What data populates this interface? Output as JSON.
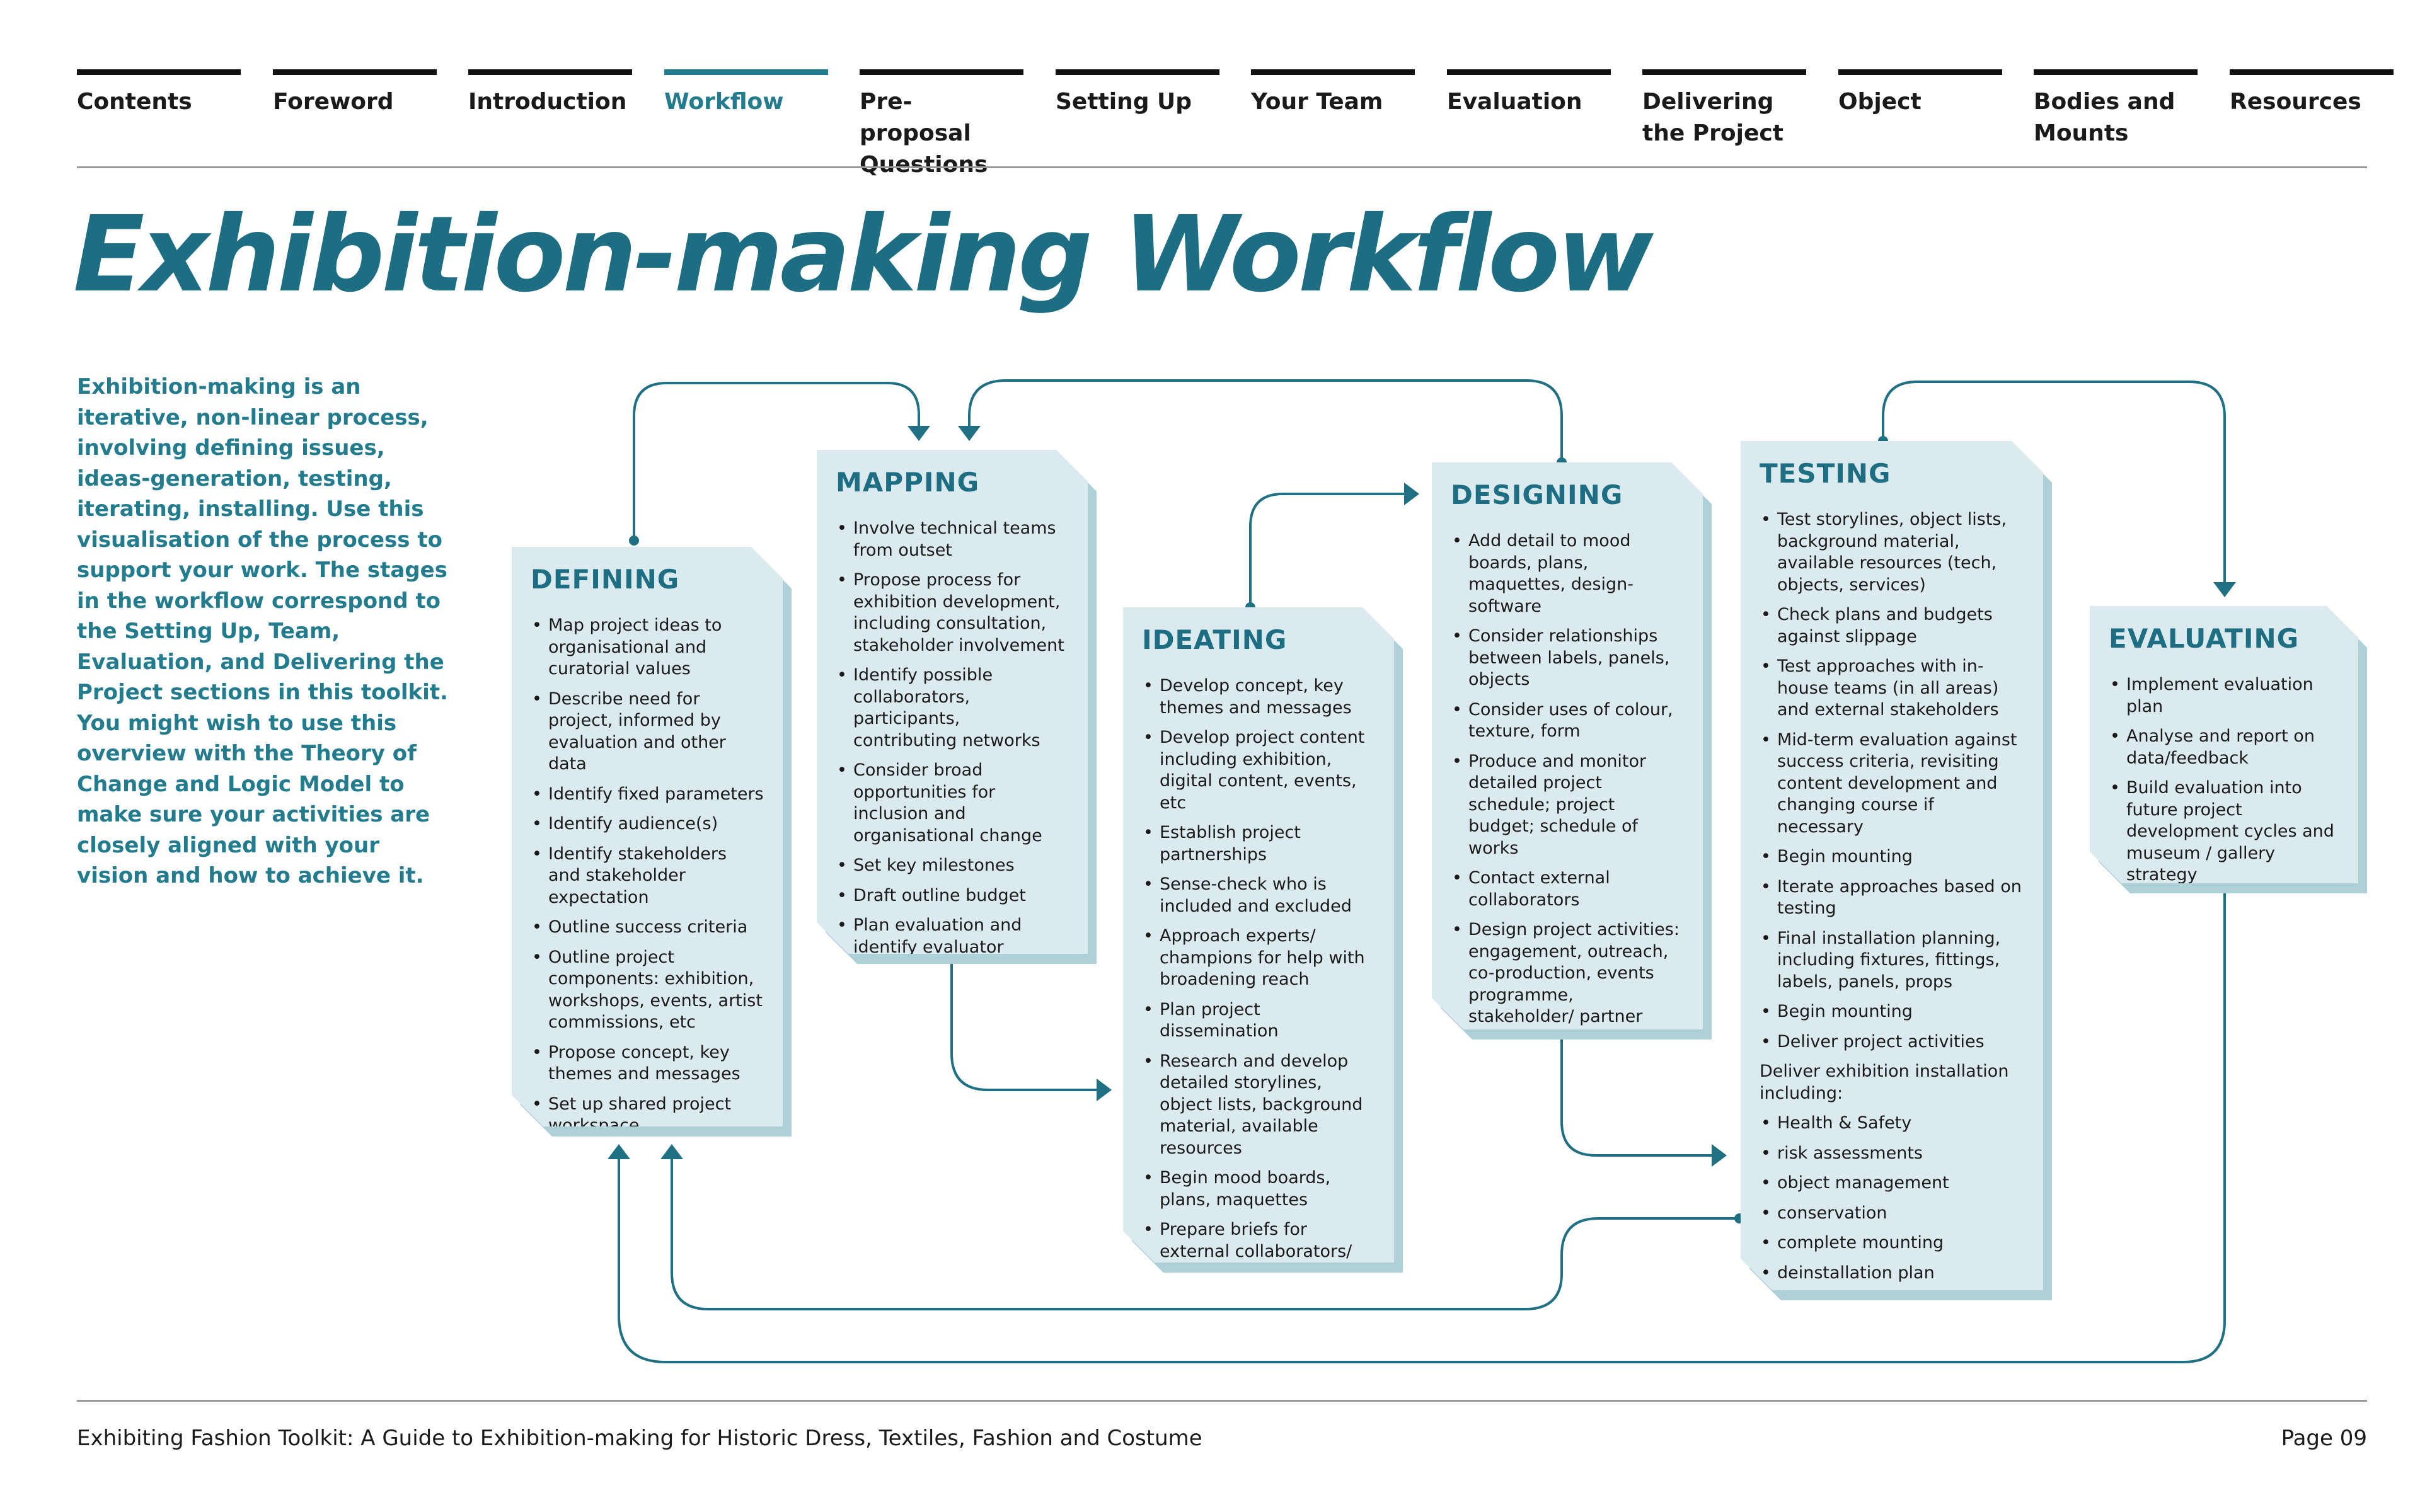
{
  "nav": {
    "tabs": [
      {
        "label": "Contents"
      },
      {
        "label": "Foreword"
      },
      {
        "label": "Introduction"
      },
      {
        "label": "Workflow"
      },
      {
        "label": "Pre-proposal Questions"
      },
      {
        "label": "Setting Up"
      },
      {
        "label": "Your Team"
      },
      {
        "label": "Evaluation"
      },
      {
        "label": "Delivering the Project"
      },
      {
        "label": "Object"
      },
      {
        "label": "Bodies and Mounts"
      },
      {
        "label": "Resources"
      }
    ],
    "active": "Workflow"
  },
  "page": {
    "title": "Exhibition-making Workflow",
    "intro": "Exhibition-making is an iterative, non-linear process, involving defining issues, ideas-generation, testing, iterating, installing. Use this visualisation of the process to support your work. The stages in the workflow correspond to the Setting Up, Team, Evaluation, and Delivering the Project sections in this toolkit. You might wish to use this overview with the Theory of Change and Logic Model to make sure your activities are closely aligned with your vision and how to achieve it."
  },
  "stages": {
    "defining": {
      "title": "DEFINING",
      "items": [
        "Map project ideas to organisational and curatorial values",
        "Describe need for project, informed by evaluation and other data",
        "Identify fixed parameters",
        "Identify audience(s)",
        "Identify stakeholders and stakeholder expectation",
        "Outline success criteria",
        "Outline project components: exhibition, workshops, events, artist commissions, etc",
        "Propose concept, key themes and messages",
        "Set up shared project workspace"
      ]
    },
    "mapping": {
      "title": "MAPPING",
      "items": [
        "Involve technical teams from outset",
        "Propose process for exhibition development, including consultation, stakeholder involvement",
        "Identify possible collaborators, participants, contributing networks",
        "Consider broad opportunities for inclusion and organisational change",
        "Set key milestones",
        "Draft outline budget",
        "Plan evaluation and identify evaluator"
      ]
    },
    "ideating": {
      "title": "IDEATING",
      "items": [
        "Develop concept, key themes and messages",
        "Develop project content including exhibition, digital content, events, etc",
        "Establish project partnerships",
        "Sense-check who is included and excluded",
        "Approach experts/ champions for help with broadening reach",
        "Plan project dissemination",
        "Research and develop detailed storylines, object lists, background material, available resources",
        "Begin mood boards, plans, maquettes",
        "Prepare briefs for external collaborators/ designers etc."
      ]
    },
    "designing": {
      "title": "DESIGNING",
      "items": [
        "Add detail to mood boards, plans, maquettes, design-software",
        "Consider relationships between labels, panels, objects",
        "Consider uses of colour, texture, form",
        "Produce and monitor detailed project schedule; project budget; schedule of works",
        "Contact external collaborators",
        "Design project activities: engagement, outreach, co-production, events programme, stakeholder/ partner activity"
      ]
    },
    "testing": {
      "title": "TESTING",
      "items": [
        "Test storylines, object lists, background material, available resources (tech, objects, services)",
        "Check plans and budgets against slippage",
        "Test approaches with in-house teams (in all areas) and external stakeholders",
        "Mid-term evaluation against success criteria, revisiting content development and changing course if necessary",
        "Begin mounting",
        "Iterate approaches based on testing",
        "Final installation planning, including fixtures, fittings, labels, panels, props",
        "Begin mounting",
        "Deliver project activities"
      ],
      "subhead": "Deliver exhibition installation including:",
      "subitems": [
        "Health & Safety",
        "risk assessments",
        "object management",
        "conservation",
        "complete mounting",
        "deinstallation plan"
      ]
    },
    "evaluating": {
      "title": "EVALUATING",
      "items": [
        "Implement evaluation plan",
        "Analyse and report on data/feedback",
        "Build evaluation into future project development cycles and museum / gallery strategy"
      ]
    }
  },
  "footer": {
    "title": "Exhibiting Fashion Toolkit: A Guide to Exhibition-making for Historic Dress, Textiles, Fashion and Costume",
    "page": "Page 09"
  },
  "colors": {
    "accent": "#1d6e82",
    "nav_active": "#227c8e",
    "card_fill": "#dbeaee",
    "card_shadow": "#aed0d7",
    "connector": "#1f7082"
  }
}
